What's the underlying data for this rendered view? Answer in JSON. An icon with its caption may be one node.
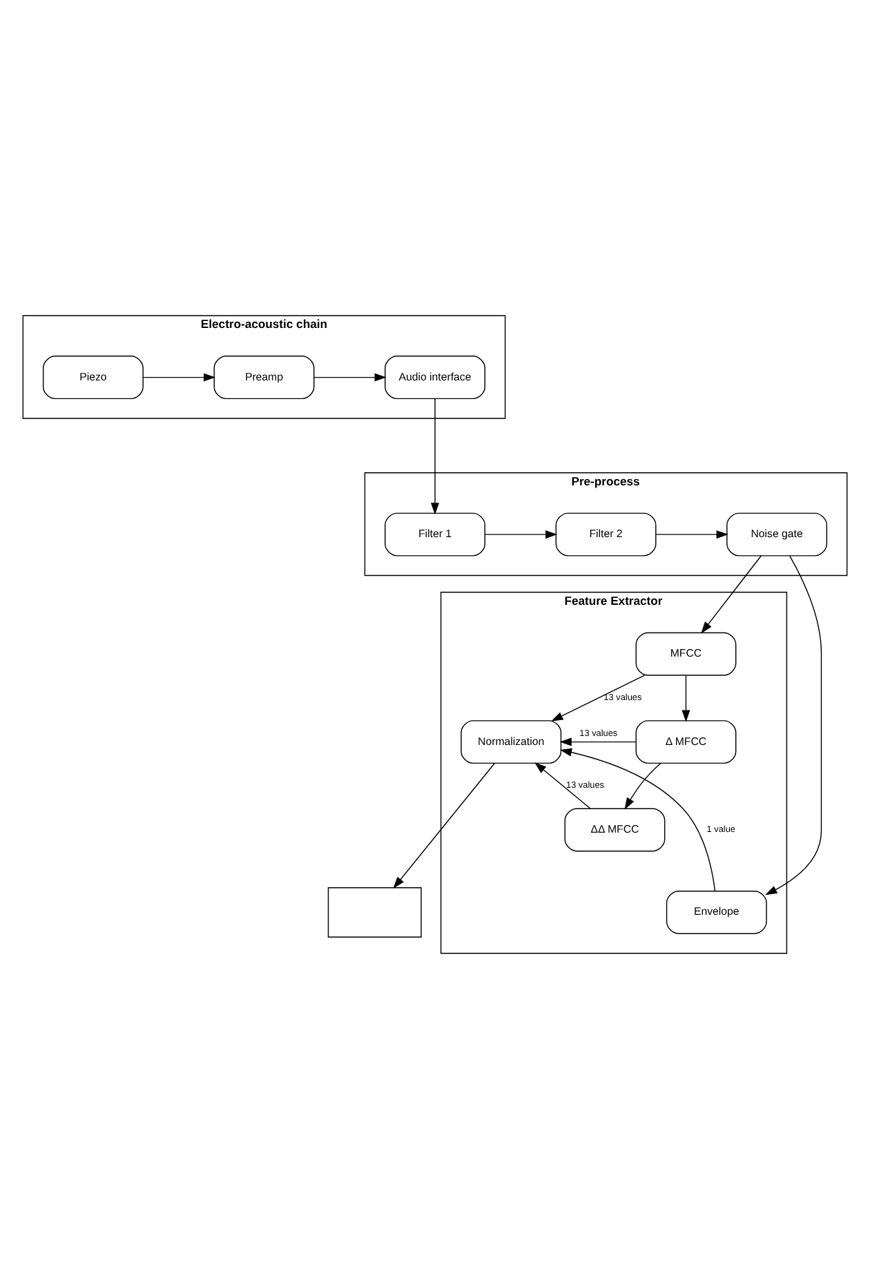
{
  "diagram": {
    "nodes": [
      {
        "text": [
          "Electro-acoustic chain"
        ]
      },
      {
        "text": [
          "Piezo"
        ],
        "in": 0
      },
      {
        "text": [
          "Preamp"
        ],
        "in": 0
      },
      {
        "text": [
          "Audio interface"
        ],
        "in": 0
      },
      {
        "text": [
          "Pre-process"
        ]
      },
      {
        "text": [
          "Filter 1"
        ],
        "in": 4
      },
      {
        "text": [
          "Filter 2"
        ],
        "in": 4
      },
      {
        "text": [
          "Noise gate"
        ],
        "in": 4
      },
      {
        "text": [
          "Feature Extractor"
        ]
      },
      {
        "text": [
          "MFCC"
        ],
        "in": 8
      },
      {
        "text": [
          "Δ MFCC"
        ],
        "in": 8
      },
      {
        "text": [
          "ΔΔ MFCC"
        ],
        "in": 8
      },
      {
        "text": [
          "Normalization"
        ],
        "in": 8
      },
      {
        "text": [
          "Envelope"
        ],
        "in": 8
      },
      {
        "text": [],
        "shape": "box"
      }
    ],
    "edges": [
      {
        "from": 1,
        "to": 2,
        "arrow": "to"
      },
      {
        "from": 2,
        "to": 3,
        "arrow": "to"
      },
      {
        "from": 3,
        "to": 5,
        "arrow": "to"
      },
      {
        "from": 5,
        "to": 6,
        "arrow": "to"
      },
      {
        "from": 6,
        "to": 7,
        "arrow": "to"
      },
      {
        "from": 7,
        "to": 9,
        "arrow": "to"
      },
      {
        "from": 7,
        "to": 13,
        "arrow": "to"
      },
      {
        "from": 9,
        "to": 10,
        "arrow": "to"
      },
      {
        "from": 10,
        "to": 11,
        "arrow": "to"
      },
      {
        "from": 9,
        "to": 12,
        "label": "13 values",
        "arrow": "to"
      },
      {
        "from": 10,
        "to": 12,
        "label": "13 values",
        "arrow": "to"
      },
      {
        "from": 11,
        "to": 12,
        "label": "13 values",
        "arrow": "to"
      },
      {
        "from": 13,
        "to": 12,
        "label": "1 value",
        "arrow": "to"
      },
      {
        "from": 12,
        "to": 14,
        "arrow": "to"
      }
    ]
  }
}
